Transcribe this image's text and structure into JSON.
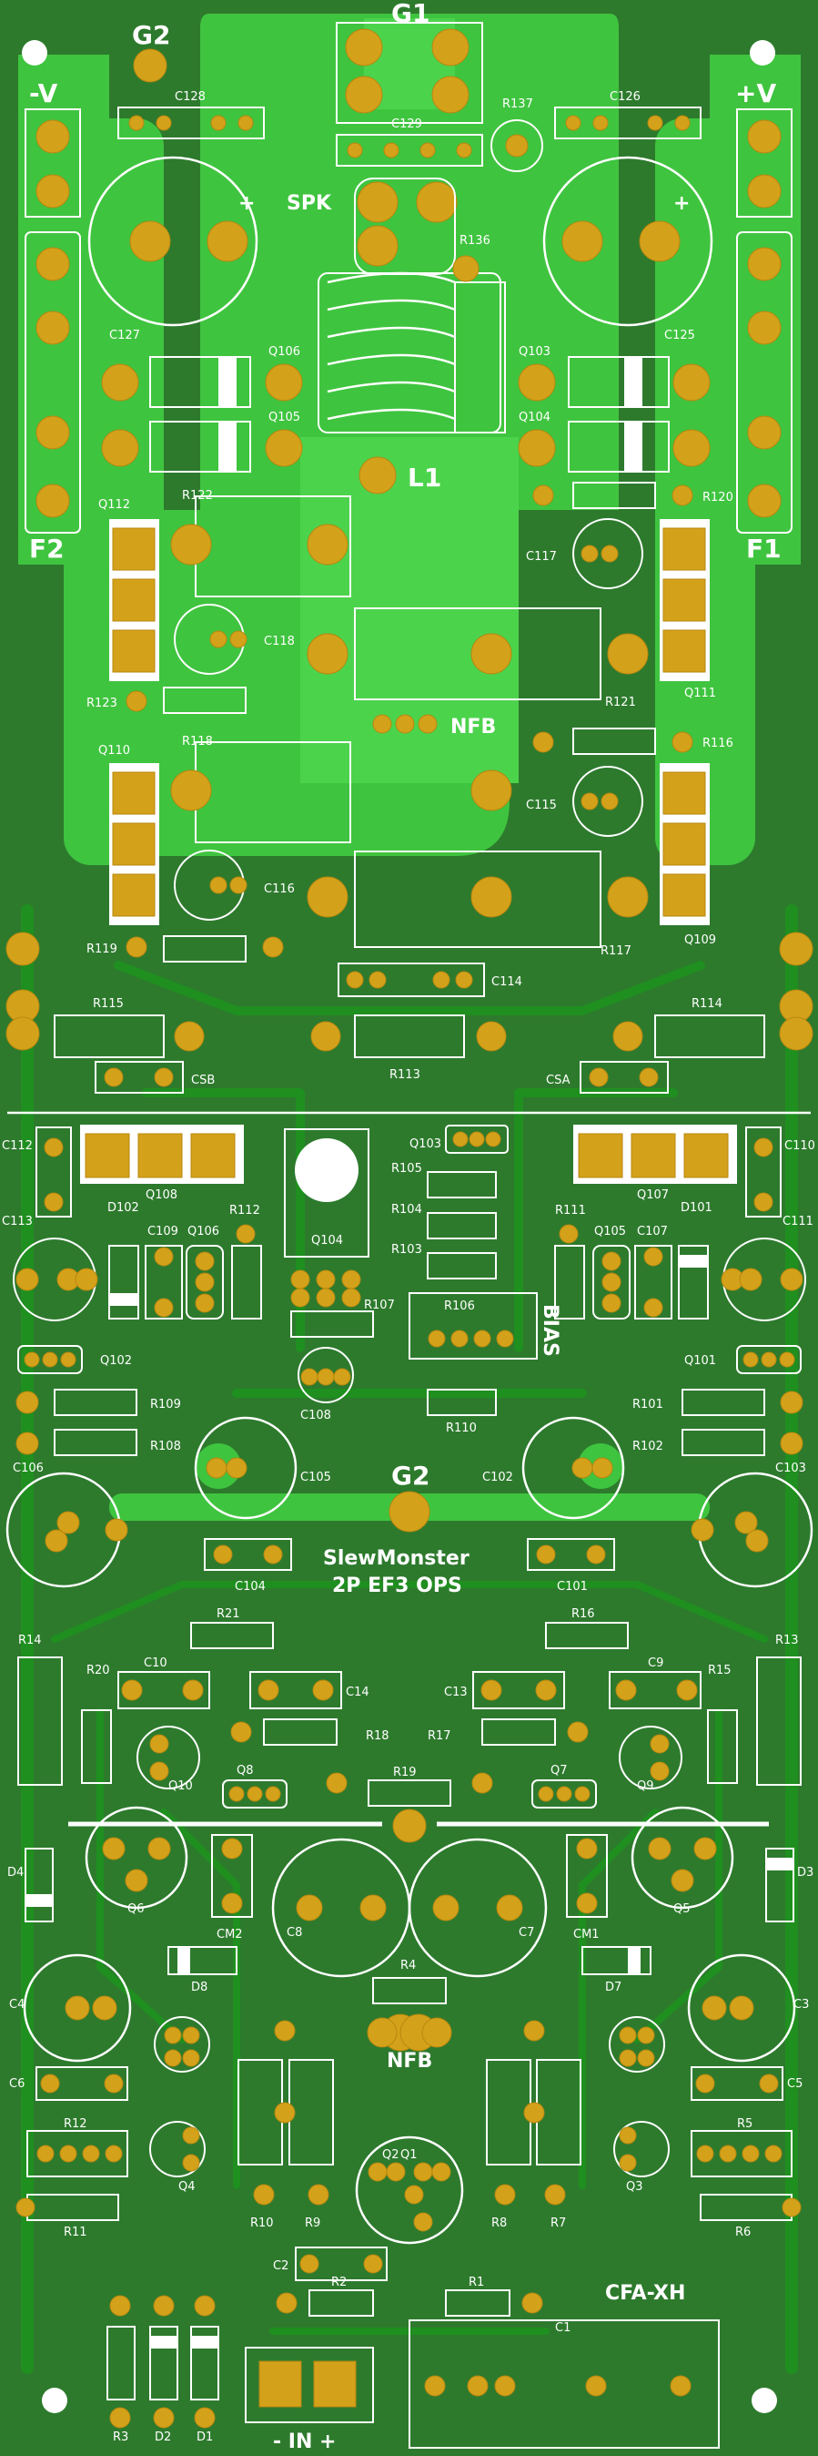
{
  "board": {
    "title_line1": "SlewMonster",
    "title_line2": "2P EF3 OPS",
    "board_id": "CFA-XH",
    "colors": {
      "board": "#2d7a2d",
      "pour": "#3fc43f",
      "pad": "#d4a21a",
      "silkscreen": "#ffffff"
    }
  },
  "labels": {
    "g1": "G1",
    "g2_top": "G2",
    "g2_mid": "G2",
    "neg_v": "-V",
    "pos_v": "+V",
    "spk": "SPK",
    "l1": "L1",
    "nfb_top": "NFB",
    "nfb_bottom": "NFB",
    "f1": "F1",
    "f2": "F2",
    "bias": "BIAS",
    "input": "- IN +",
    "csa": "CSA",
    "csb": "CSB",
    "c128": "C128",
    "c129": "C129",
    "c126": "C126",
    "r137": "R137",
    "r136": "R136",
    "c127": "C127",
    "c125": "C125",
    "q106": "Q106",
    "q105": "Q105",
    "q103": "Q103",
    "q104": "Q104",
    "q112": "Q112",
    "r122": "R122",
    "c118": "C118",
    "r123": "R123",
    "c117": "C117",
    "r120": "R120",
    "q111": "Q111",
    "r121": "R121",
    "q110": "Q110",
    "r118": "R118",
    "c116": "C116",
    "r119": "R119",
    "c115": "C115",
    "r116": "R116",
    "q109": "Q109",
    "r117": "R117",
    "c114": "C114",
    "r115": "R115",
    "r114": "R114",
    "r113": "R113",
    "c112": "C112",
    "q108": "Q108",
    "c113": "C113",
    "d102": "D102",
    "c109": "C109",
    "q106b": "Q106",
    "r112": "R112",
    "q104b": "Q104",
    "r105": "R105",
    "r104": "R104",
    "r103": "R103",
    "q103b": "Q103",
    "q107": "Q107",
    "c110": "C110",
    "c111": "C111",
    "r111": "R111",
    "q105b": "Q105",
    "c107": "C107",
    "d101": "D101",
    "q102": "Q102",
    "r107": "R107",
    "r106": "R106",
    "c108": "C108",
    "r110": "R110",
    "q101": "Q101",
    "r109": "R109",
    "r108": "R108",
    "r101": "R101",
    "r102": "R102",
    "c106": "C106",
    "c103": "C103",
    "c105": "C105",
    "c102": "C102",
    "c104": "C104",
    "c101": "C101",
    "r14": "R14",
    "r13": "R13",
    "r21": "R21",
    "r16": "R16",
    "r20": "R20",
    "r15": "R15",
    "c10": "C10",
    "c9": "C9",
    "c14": "C14",
    "c13": "C13",
    "r18": "R18",
    "r17": "R17",
    "q10": "Q10",
    "q8": "Q8",
    "q7": "Q7",
    "q9": "Q9",
    "r19": "R19",
    "d4": "D4",
    "d3": "D3",
    "q6": "Q6",
    "q5": "Q5",
    "cm2": "CM2",
    "cm1": "CM1",
    "c8": "C8",
    "c7": "C7",
    "r4": "R4",
    "d8": "D8",
    "d7": "D7",
    "c4": "C4",
    "c3": "C3",
    "c6": "C6",
    "c5": "C5",
    "q3": "Q3",
    "q4": "Q4",
    "r12": "R12",
    "r5": "R5",
    "r11": "R11",
    "r6": "R6",
    "q1": "Q1",
    "q2": "Q2",
    "r10": "R10",
    "r9": "R9",
    "r8": "R8",
    "r7": "R7",
    "c2": "C2",
    "r2": "R2",
    "r1": "R1",
    "c1": "C1",
    "r3": "R3",
    "d2": "D2",
    "d1": "D1"
  }
}
